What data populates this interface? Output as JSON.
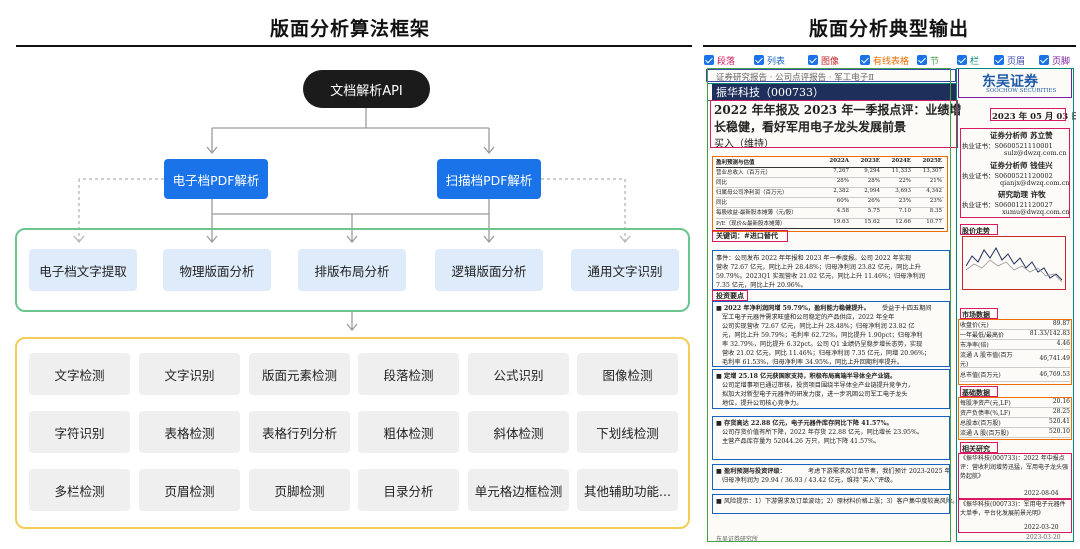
{
  "left_panel": {
    "title": "版面分析算法框架",
    "api_node": "文档解析API",
    "parse_nodes": [
      "电子档PDF解析",
      "扫描档PDF解析"
    ],
    "modules": [
      "电子档文字提取",
      "物理版面分析",
      "排版布局分析",
      "逻辑版面分析",
      "通用文字识别"
    ],
    "atomic_rows": [
      [
        "文字检测",
        "文字识别",
        "版面元素检测",
        "段落检测",
        "公式识别",
        "图像检测"
      ],
      [
        "字符识别",
        "表格检测",
        "表格行列分析",
        "粗体检测",
        "斜体检测",
        "下划线检测"
      ],
      [
        "多栏检测",
        "页眉检测",
        "页脚检测",
        "目录分析",
        "单元格边框检测",
        "其他辅助功能..."
      ]
    ]
  },
  "right_panel": {
    "title": "版面分析典型输出",
    "legend": [
      {
        "label": "段落",
        "color": "#d81b60"
      },
      {
        "label": "列表",
        "color": "#1565c0"
      },
      {
        "label": "图像",
        "color": "#c62828"
      },
      {
        "label": "有线表格",
        "color": "#ef6c00"
      },
      {
        "label": "节",
        "color": "#43a047"
      },
      {
        "label": "栏",
        "color": "#00897b"
      },
      {
        "label": "页眉",
        "color": "#3949ab"
      },
      {
        "label": "页脚",
        "color": "#7b1fa2"
      }
    ],
    "document": {
      "header_line": "证券研究报告 · 公司点评报告 · 军工电子Ⅱ",
      "company": "振华科技（000733）",
      "logo": "东吴证券",
      "logo_sub": "SOOCHOW SECURITIES",
      "headline_1": "2022 年年报及 2023 年一季报点评：业绩增",
      "headline_2": "长稳健，看好军用电子龙头发展前景",
      "rating": "买入（维持）",
      "date": "2023 年 05 月 03 日",
      "analyst_1_title": "证券分析师  苏立赞",
      "analyst_1_cert": "执业证书：S0600521110001",
      "analyst_1_email": "sulz@dwzq.com.cn",
      "analyst_2_title": "证券分析师  钱佳兴",
      "analyst_2_cert": "执业证书：S0600521120002",
      "analyst_2_email": "qianjx@dwzq.com.cn",
      "analyst_3_title": "研究助理  许牧",
      "analyst_3_cert": "执业证书：S0600121120027",
      "analyst_3_email": "xumu@dwzq.com.cn",
      "forecast_header": [
        "盈利预测与估值",
        "2022A",
        "2023E",
        "2024E",
        "2025E"
      ],
      "forecast_rows": [
        [
          "营业总收入（百万元）",
          "7,267",
          "9,294",
          "11,333",
          "13,307"
        ],
        [
          "同比",
          "28%",
          "28%",
          "22%",
          "21%"
        ],
        [
          "归属母公司净利润（百万元）",
          "2,382",
          "2,994",
          "3,693",
          "4,342"
        ],
        [
          "同比",
          "60%",
          "26%",
          "23%",
          "23%"
        ],
        [
          "每股收益-最新股本摊薄（元/股）",
          "4.58",
          "5.75",
          "7.10",
          "8.35"
        ],
        [
          "P/E（现价&最新股本摊薄）",
          "19.63",
          "15.62",
          "12.66",
          "10.77"
        ]
      ],
      "keywords": "关键词：#进口替代",
      "event_para_1": "事件：公司发布 2022 年年报和 2023 年一季度报。公司 2022 年实现",
      "event_para_2": "营收 72.67 亿元，同比上升 28.48%；归母净利润 23.82 亿元，同比上升",
      "event_para_3": "59.79%。2023Q1 实现营收 21.02 亿元，同比上升 11.46%；归母净利润",
      "event_para_4": "7.35 亿元，同比上升 20.96%。",
      "investment_heading": "投资要点",
      "bullet_1": "■ 2022 年净利润同增 59.79%，盈利能力稳健提升。",
      "bullet_1_tail": "受益于十四五期间",
      "bullet_1_lines": [
        "军工电子元器件需求旺盛和公司稳定的产品供应，2022 年全年",
        "公司实现营收 72.67 亿元，同比上升 28.48%；归母净利润 23.82 亿",
        "元，同比上升 59.79%；毛利率 62.72%，同比提升 1.90pct；归母净利",
        "率 32.79%，同比提升 6.32pct。公司 Q1 业绩仍呈稳步增长态势，实现",
        "营收 21.02 亿元，同比 11.46%；归母净利润 7.35 亿元，同增 20.96%；",
        "毛利率 61.53%，归母净利率 34.95%，同比上升回期利率提升。"
      ],
      "bullet_2": "■ 定增 25.18 亿元获国家支持，积极布局高端半导体全产业链。",
      "bullet_2_lines": [
        "公司定增事项已通过审核，投资项目围绕半导体全产业链提升竞争力，",
        "拟加大对新型电子元器件的研发力度，进一步巩固公司军工电子龙头",
        "地位，提升公司核心竞争力。"
      ],
      "bullet_3": "■ 存货高达 22.88 亿元，电子元器件库存同比下降 41.57%。",
      "bullet_3_lines": [
        "公司存货价值有所下降，2022 年存货 22.88 亿元，同比增长 23.95%。",
        "主营产品库存量为 52044.26 万只，同比下降 41.57%。"
      ],
      "bullet_4": "■ 盈利预测与投资评级：",
      "bullet_4_lines": [
        "考虑下游需求及订单节奏，我们预计 2023-2025 年",
        "归母净利润为 29.94 / 36.93 / 43.42 亿元，维持“买入”评级。"
      ],
      "bullet_5": "■ 风险提示：1）下游需求及订单波动；2）原材料价格上涨；3）客户集中度较高风险。",
      "chart_label": "股价走势",
      "market_data_label": "市场数据",
      "market_rows": [
        [
          "收盘价(元)",
          "89.87"
        ],
        [
          "一年最低/最高价",
          "81.33/142.83"
        ],
        [
          "市净率(倍)",
          "4.46"
        ],
        [
          "流通 A 股市值(百万元)",
          "46,741.49"
        ],
        [
          "总市值(百万元)",
          "46,769.53"
        ]
      ],
      "basic_data_label": "基础数据",
      "basic_rows": [
        [
          "每股净资产(元,LF)",
          "20.16"
        ],
        [
          "资产负债率(%,LF)",
          "28.25"
        ],
        [
          "总股本(百万股)",
          "520.41"
        ],
        [
          "流通 A 股(百万股)",
          "520.10"
        ]
      ],
      "related_label": "相关研究",
      "related_1": "《振华科技(000733)：2022 年中报点评：营收利润增势迅猛，军用电子龙头强势起航》",
      "related_1_date": "2022-08-04",
      "related_2": "《振华科技(000733)：军用电子元器件大单季，平台化发展前景光明》",
      "related_2_date": "2022-03-20",
      "footer": "东吴证券研究所",
      "footer_date": "2023-03-20"
    }
  }
}
